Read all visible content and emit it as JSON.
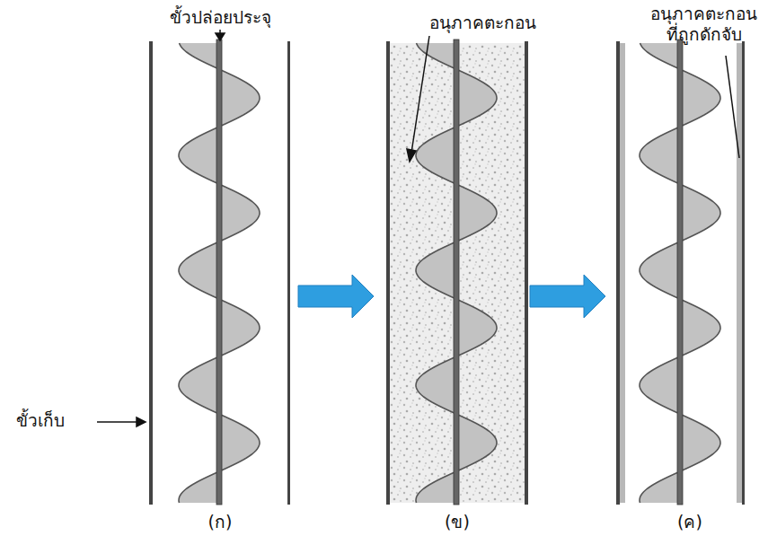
{
  "diagram": {
    "labels": [
      "ขั้วปล่อยประจุ",
      "ขั้วเก็บ",
      "อนุภาคตะกอน",
      "อนุภาคตะกอน ที่ถูกดักจับ",
      "(ก)",
      "(ข)",
      "(ค)"
    ]
  }
}
